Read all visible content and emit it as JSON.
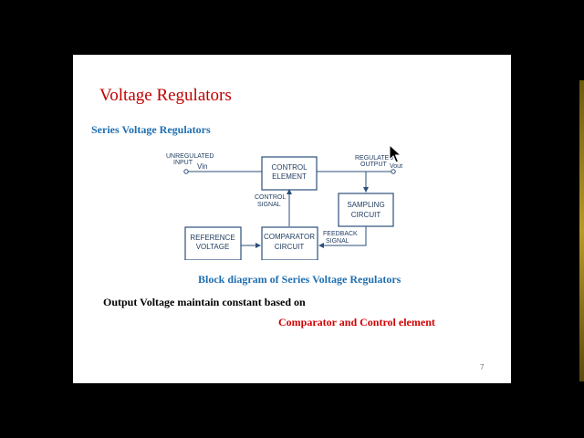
{
  "slide": {
    "title": "Voltage Regulators",
    "subtitle": "Series Voltage Regulators",
    "caption": "Block diagram of  Series Voltage Regulators",
    "body_line_1": "Output Voltage maintain constant based on",
    "body_line_2": "Comparator and Control element",
    "page_number": "7"
  },
  "diagram": {
    "input_label_1": "UNREGULATED",
    "input_label_2": "INPUT",
    "vin": "Vin",
    "output_label_1": "REGULATED",
    "output_label_2": "OUTPUT",
    "vout": "Vout",
    "control_element_1": "CONTROL",
    "control_element_2": "ELEMENT",
    "control_signal_1": "CONTROL",
    "control_signal_2": "SIGNAL",
    "sampling_1": "SAMPLING",
    "sampling_2": "CIRCUIT",
    "reference_1": "REFERENCE",
    "reference_2": "VOLTAGE",
    "comparator_1": "COMPARATOR",
    "comparator_2": "CIRCUIT",
    "feedback_1": "FEEDBACK",
    "feedback_2": "SIGNAL"
  },
  "colors": {
    "title": "#c00000",
    "subtitle": "#1f6fb0",
    "box_stroke": "#2b4f7a",
    "emphasis": "#d00000"
  }
}
